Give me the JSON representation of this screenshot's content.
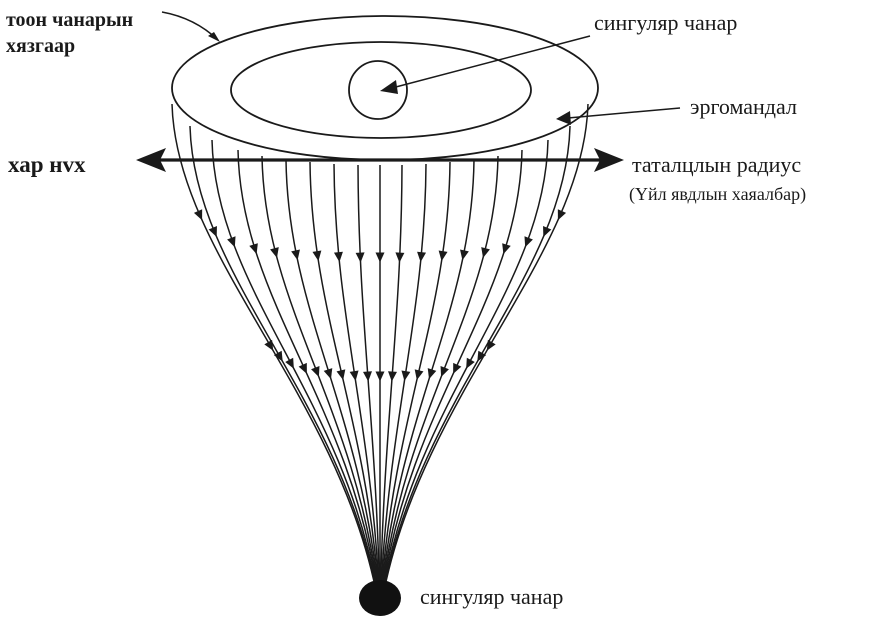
{
  "labels": {
    "boundary_line1": "тоон чанарын",
    "boundary_line2": "хязгаар",
    "singularity_top": "сингуляр чанар",
    "ergosphere": "эргомандал",
    "black_hole": "хар нvх",
    "radius_line1": "таталцлын радиус",
    "radius_line2": "(Үйл явдлын хаяалбар)",
    "singularity_bottom": "сингуляр чанар"
  },
  "colors": {
    "ink": "#1a1a1a",
    "background": "#ffffff"
  }
}
